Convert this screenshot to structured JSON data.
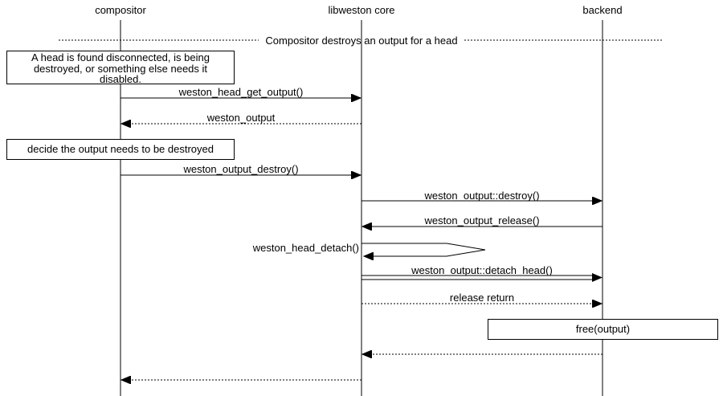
{
  "diagram": {
    "participants": [
      {
        "label": "compositor"
      },
      {
        "label": "libweston core"
      },
      {
        "label": "backend"
      }
    ],
    "divider": {
      "label": "Compositor destroys an output for a head"
    },
    "notes": [
      {
        "text": "A head is found disconnected, is being\ndestroyed, or something else needs it\ndisabled.",
        "on": "compositor"
      },
      {
        "text": "decide the output needs to be destroyed",
        "on": "compositor"
      },
      {
        "text": "free(output)",
        "on": "backend"
      }
    ],
    "messages": [
      {
        "label": "weston_head_get_output()",
        "from": "compositor",
        "to": "libweston core",
        "line": "solid"
      },
      {
        "label": "weston_output",
        "from": "libweston core",
        "to": "compositor",
        "line": "dotted"
      },
      {
        "label": "weston_output_destroy()",
        "from": "compositor",
        "to": "libweston core",
        "line": "solid"
      },
      {
        "label": "weston_output::destroy()",
        "from": "libweston core",
        "to": "backend",
        "line": "solid"
      },
      {
        "label": "weston_output_release()",
        "from": "backend",
        "to": "libweston core",
        "line": "solid"
      },
      {
        "label": "weston_head_detach()",
        "from": "libweston core",
        "to": "libweston core",
        "line": "self"
      },
      {
        "label": "weston_output::detach_head()",
        "from": "libweston core",
        "to": "backend",
        "line": "double"
      },
      {
        "label": "release return",
        "from": "libweston core",
        "to": "backend",
        "line": "dotted"
      },
      {
        "label": "",
        "from": "backend",
        "to": "libweston core",
        "line": "dotted"
      },
      {
        "label": "",
        "from": "libweston core",
        "to": "compositor",
        "line": "dotted"
      }
    ],
    "colors": {
      "stroke": "#000000",
      "background": "#ffffff"
    }
  }
}
